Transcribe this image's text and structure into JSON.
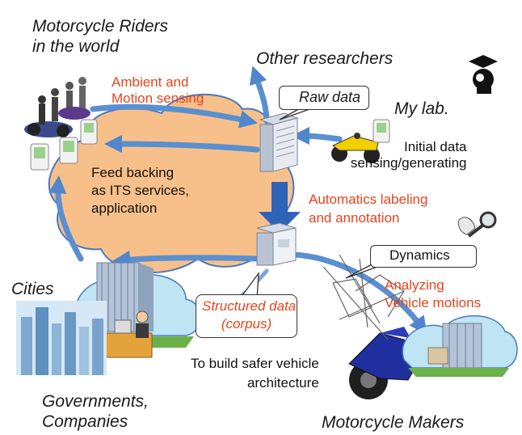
{
  "labels": {
    "riders": [
      "Motorcycle Riders",
      "in the world"
    ],
    "researchers": "Other researchers",
    "mylab": "My lab.",
    "sensing": [
      "Ambient and",
      "Motion sensing"
    ],
    "raw": "Raw data",
    "initial": [
      "Initial data",
      "sensing/generating"
    ],
    "feed": [
      "Feed backing",
      "as ITS services,",
      "application"
    ],
    "autolabel": [
      "Automatics labeling",
      "and annotation"
    ],
    "dynamics": "Dynamics",
    "analyzing": [
      "Analyzing",
      "Vehicle motions"
    ],
    "cities": "Cities",
    "structured": [
      "Structured data",
      "(corpus)"
    ],
    "build": [
      "To build safer vehicle",
      "architecture"
    ],
    "governments": [
      "Governments,",
      "Companies"
    ],
    "makers": "Motorcycle Makers"
  },
  "colors": {
    "cloud": "#f7c08a",
    "cloud_edge": "#4a78c0",
    "arrow": "#4f86cc",
    "arrow_big": "#2f63b8",
    "red_text": "#e8431c"
  },
  "icons": [
    "riders-group-icon",
    "pda-icon",
    "server-icon",
    "motorcycle-icon",
    "magnifier-icon",
    "graduate-icon",
    "office-building-icon",
    "city-skyline-icon",
    "office-worker-icon",
    "sport-motorcycle-icon",
    "vehicle-dynamics-drawing-icon",
    "maker-factory-icon"
  ]
}
